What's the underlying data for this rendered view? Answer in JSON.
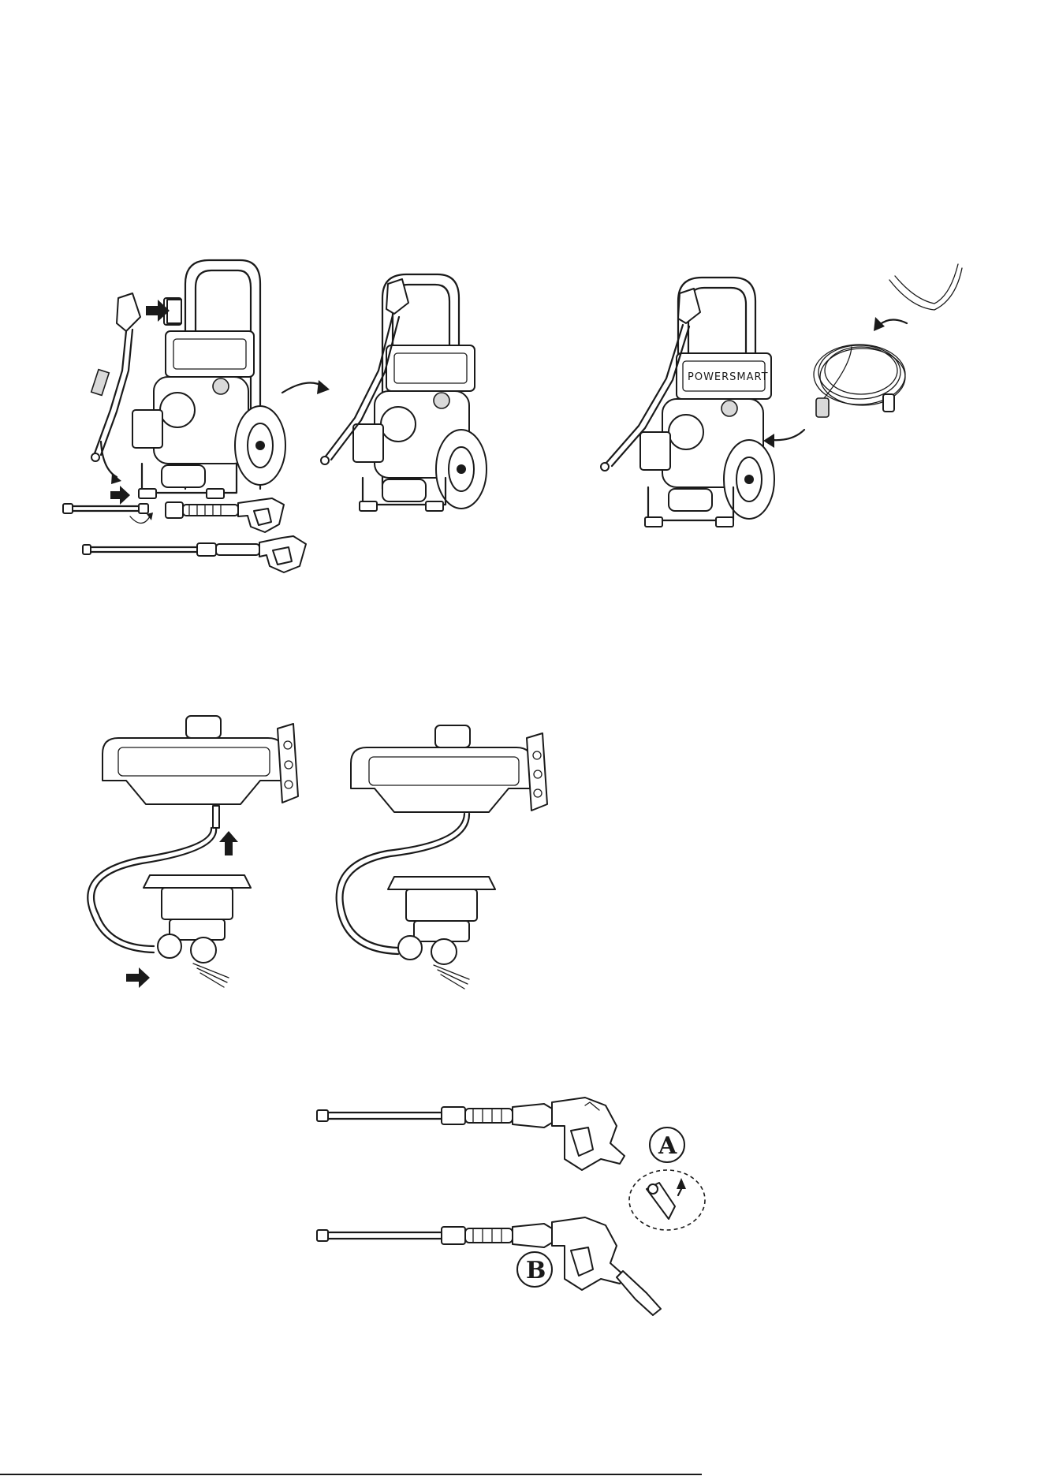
{
  "figures": {
    "machine": {
      "brand_text": "POWERSMART"
    },
    "gun_assembly": {
      "callout_a": "A",
      "callout_b": "B"
    }
  },
  "colors": {
    "ink": "#1a1a1a",
    "paper": "#ffffff",
    "arrow": "#000000"
  }
}
